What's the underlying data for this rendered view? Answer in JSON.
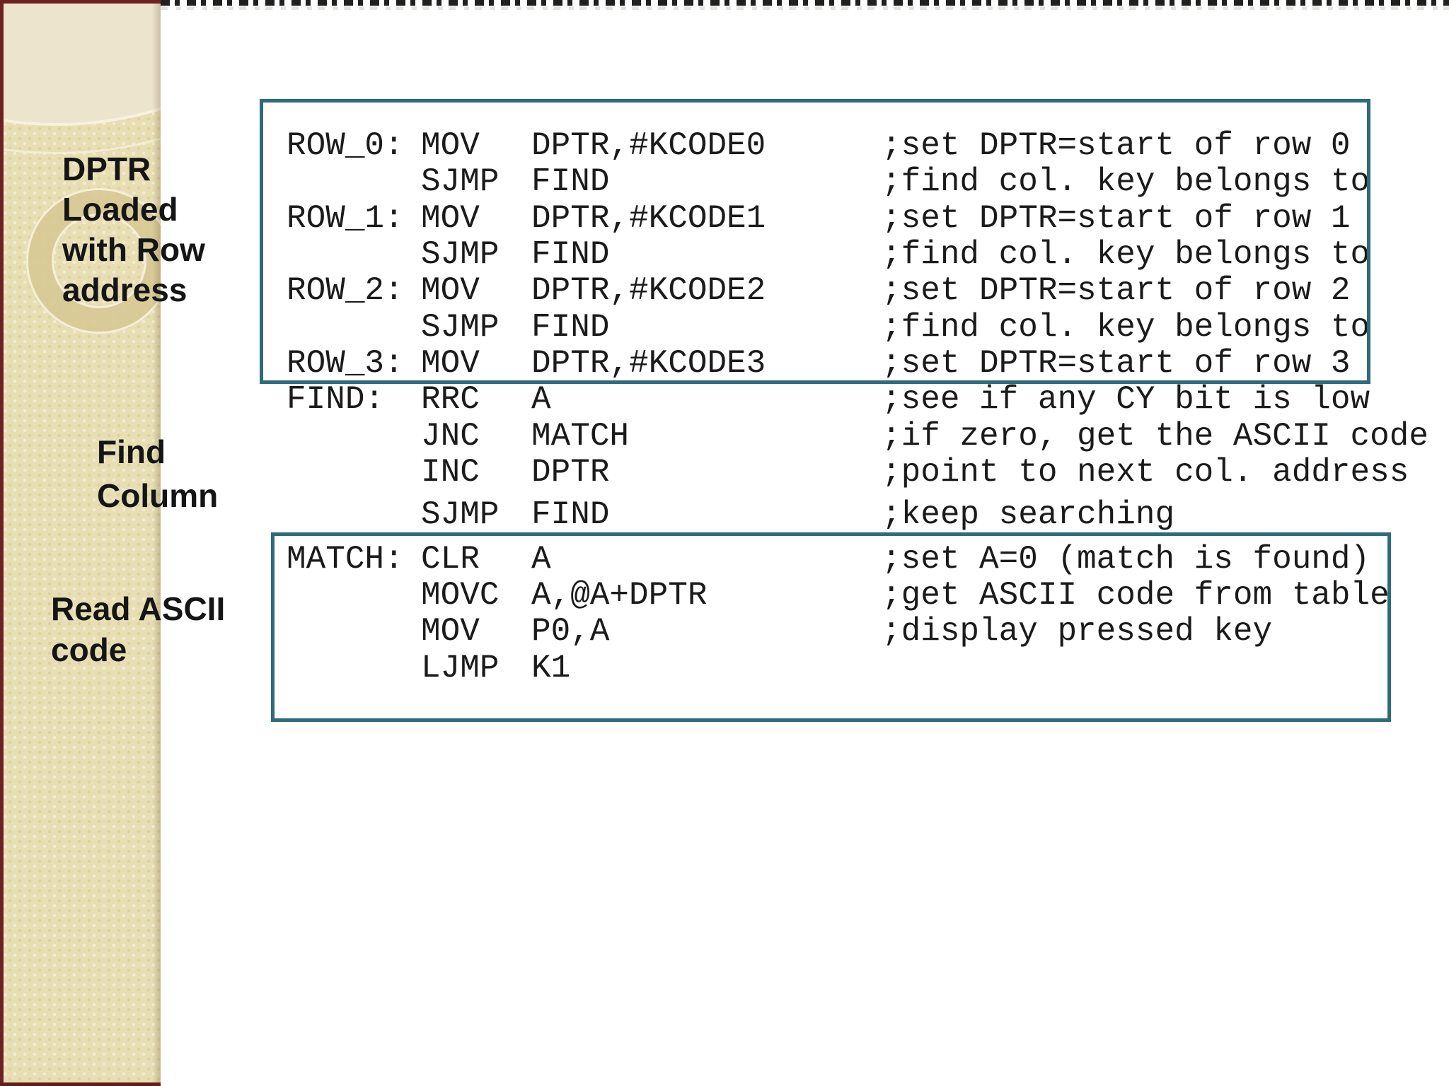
{
  "slide": {
    "kind": "presentation-slide",
    "colors": {
      "sidebar_beige": "#e8deb4",
      "sidebar_light_circle": "#ece4cc",
      "ring_tan": "#d7c996",
      "maroon_accent": "#6e2121",
      "box_teal": "#2d6b7e",
      "code_text": "#1b1b1b"
    }
  },
  "sidebar": {
    "annotations": [
      {
        "id": "dptr",
        "lines": [
          "DPTR",
          "Loaded",
          "with Row",
          "address"
        ]
      },
      {
        "id": "find",
        "lines": [
          "Find",
          "Column"
        ]
      },
      {
        "id": "read",
        "lines": [
          "Read ASCII",
          "code"
        ]
      }
    ]
  },
  "code": {
    "lines": [
      {
        "label": "ROW_0:",
        "op": "MOV",
        "arg": "DPTR,#KCODE0",
        "comment": ";set DPTR=start of row 0"
      },
      {
        "label": "",
        "op": "SJMP",
        "arg": "FIND",
        "comment": ";find col. key belongs to"
      },
      {
        "label": "ROW_1:",
        "op": "MOV",
        "arg": "DPTR,#KCODE1",
        "comment": ";set DPTR=start of row 1"
      },
      {
        "label": "",
        "op": "SJMP",
        "arg": "FIND",
        "comment": ";find col. key belongs to"
      },
      {
        "label": "ROW_2:",
        "op": "MOV",
        "arg": "DPTR,#KCODE2",
        "comment": ";set DPTR=start of row 2"
      },
      {
        "label": "",
        "op": "SJMP",
        "arg": "FIND",
        "comment": ";find col. key belongs to"
      },
      {
        "label": "ROW_3:",
        "op": "MOV",
        "arg": "DPTR,#KCODE3",
        "comment": ";set DPTR=start of row 3"
      },
      {
        "label": "FIND:",
        "op": "RRC",
        "arg": "A",
        "comment": ";see if any CY bit is low"
      },
      {
        "label": "",
        "op": "JNC",
        "arg": "MATCH",
        "comment": ";if zero, get the ASCII code"
      },
      {
        "label": "",
        "op": "INC",
        "arg": "DPTR",
        "comment": ";point to next col. address"
      },
      {
        "label": "",
        "op": "SJMP",
        "arg": "FIND",
        "comment": ";keep searching"
      },
      {
        "label": "MATCH:",
        "op": "CLR",
        "arg": "A",
        "comment": ";set A=0 (match is found)"
      },
      {
        "label": "",
        "op": "MOVC",
        "arg": "A,@A+DPTR",
        "comment": ";get ASCII code from table"
      },
      {
        "label": "",
        "op": "MOV",
        "arg": "P0,A",
        "comment": ";display pressed key"
      },
      {
        "label": "",
        "op": "LJMP",
        "arg": "K1",
        "comment": ""
      }
    ]
  }
}
